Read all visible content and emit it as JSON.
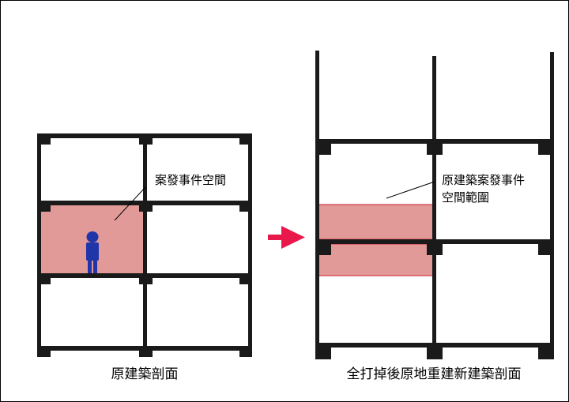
{
  "left_diagram": {
    "annotation": "案發事件空間",
    "caption": "原建築剖面"
  },
  "right_diagram": {
    "annotation_line1": "原建築案發事件",
    "annotation_line2": "空間範圍",
    "caption": "全打掉後原地重建新建築剖面"
  },
  "colors": {
    "structure": "#1a1a1a",
    "highlight_fill": "#e19a98",
    "highlight_stroke": "#d43a48",
    "arrow": "#e8194a",
    "figure": "#1f35a8"
  }
}
